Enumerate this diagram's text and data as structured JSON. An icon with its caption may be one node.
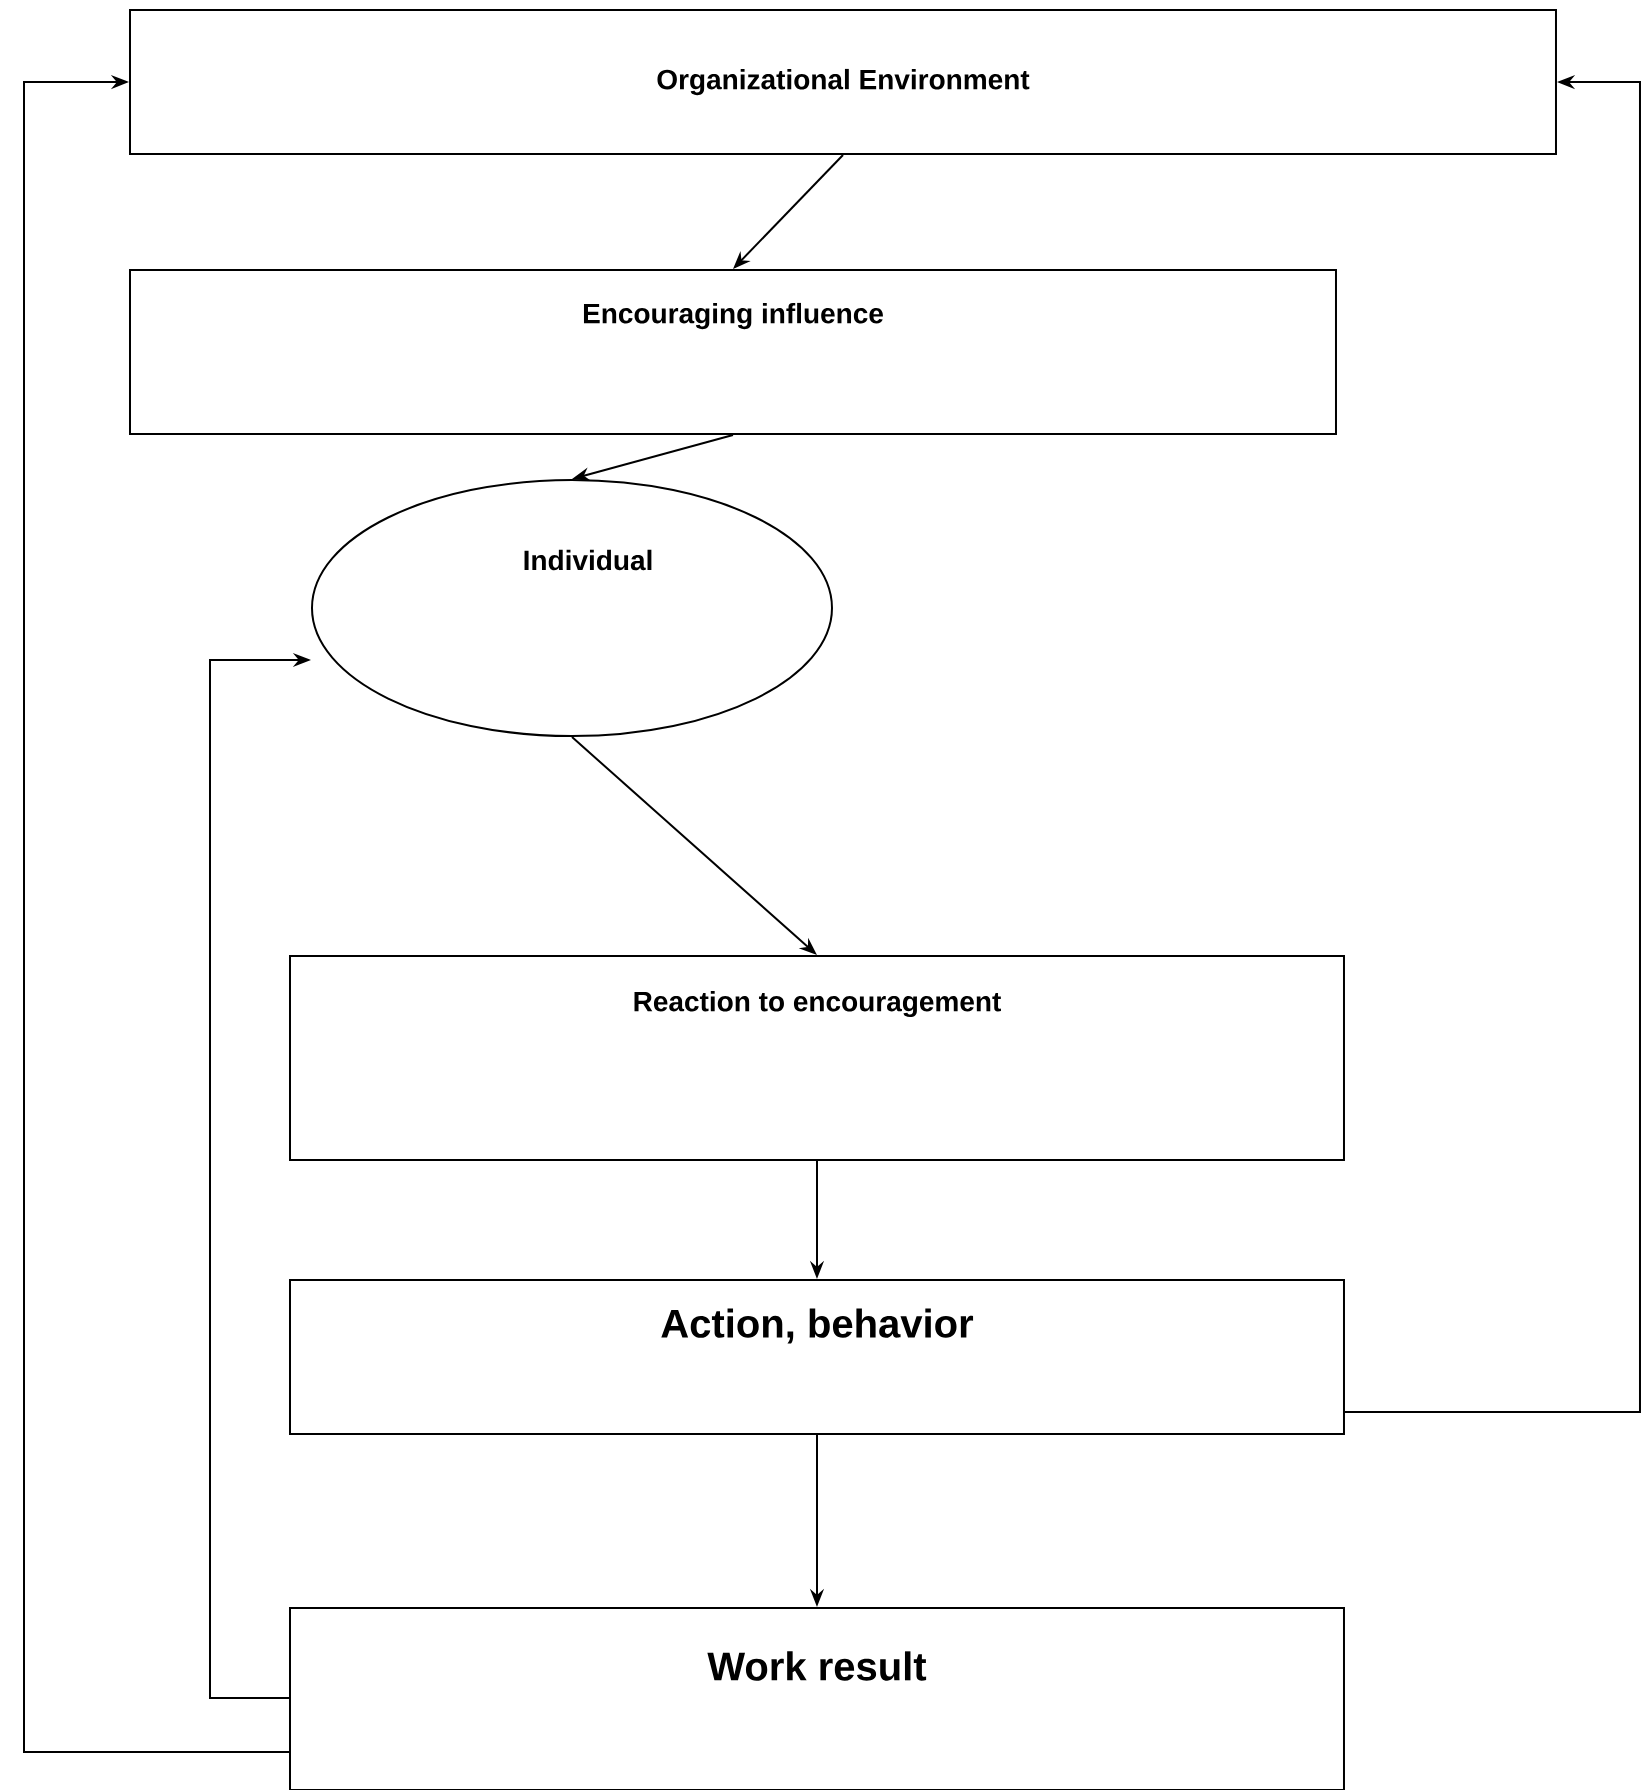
{
  "diagram": {
    "nodes": [
      {
        "text": [
          "Organizational Environment"
        ]
      },
      {
        "text": [
          "Encouraging influence"
        ]
      },
      {
        "text": [
          "Individual"
        ]
      },
      {
        "text": [
          "Reaction to encouragement"
        ]
      },
      {
        "text": [
          "Action, behavior"
        ]
      },
      {
        "text": [
          "Work result"
        ]
      }
    ],
    "edges": [
      {
        "from": 0,
        "to": 1,
        "arrow": "to"
      },
      {
        "from": 1,
        "to": 2,
        "arrow": "to"
      },
      {
        "from": 2,
        "to": 3,
        "arrow": "to"
      },
      {
        "from": 3,
        "to": 4,
        "arrow": "to"
      },
      {
        "from": 4,
        "to": 5,
        "arrow": "to"
      },
      {
        "from": 5,
        "to": 2,
        "arrow": "to"
      },
      {
        "from": 5,
        "to": 0,
        "arrow": "to"
      },
      {
        "from": 4,
        "to": 0,
        "arrow": "to"
      }
    ]
  }
}
